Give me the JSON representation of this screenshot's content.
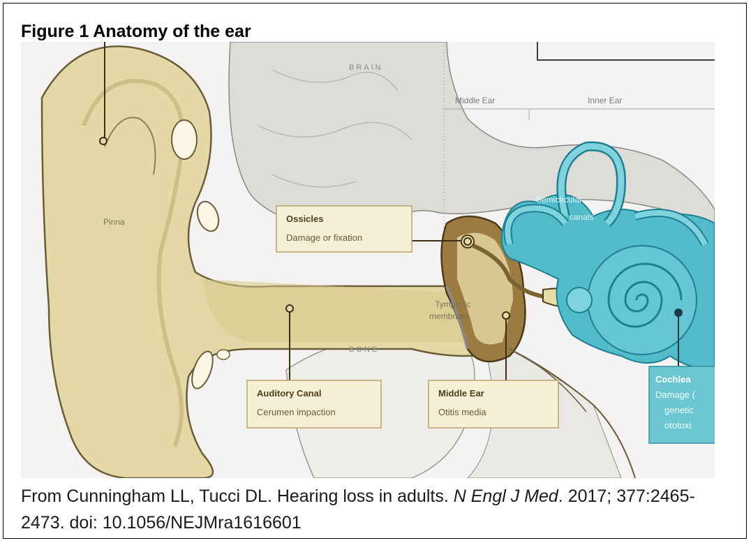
{
  "figure": {
    "title": "Figure 1 Anatomy of the ear",
    "caption_prefix": "From Cunningham LL, Tucci DL. Hearing loss in adults. ",
    "caption_journal": "N Engl J Med",
    "caption_suffix": ". 2017; 377:2465-2473. doi: 10.1056/NEJMra1616601"
  },
  "illustration": {
    "regions": {
      "brain": "BRAIN",
      "bone": "BONE"
    },
    "columns": {
      "middle_ear": "Middle Ear",
      "inner_ear": "Inner Ear"
    },
    "structure_labels": {
      "pinna": "Pinna",
      "tympanic_line1": "Tympanic",
      "tympanic_line2": "membrane",
      "semicircular_line1": "Semicircular",
      "semicircular_line2": "canals"
    },
    "callouts": {
      "ossicles": {
        "title": "Ossicles",
        "detail": "Damage or fixation"
      },
      "auditory_canal": {
        "title": "Auditory Canal",
        "detail": "Cerumen impaction"
      },
      "middle_ear": {
        "title": "Middle Ear",
        "detail": "Otitis media"
      },
      "cochlea": {
        "title": "Cochlea",
        "detail_1": "Damage (",
        "detail_2": "genetic",
        "detail_3": "ototoxi"
      }
    },
    "colors": {
      "ear_fill": "#e4d9a6",
      "ear_outline": "#6b5d3a",
      "inner_ear": "#52bccb",
      "callout_fill": "#f7f0d6",
      "cochlea_box": "#6cc7d2",
      "background": "#f4f3f1"
    }
  }
}
